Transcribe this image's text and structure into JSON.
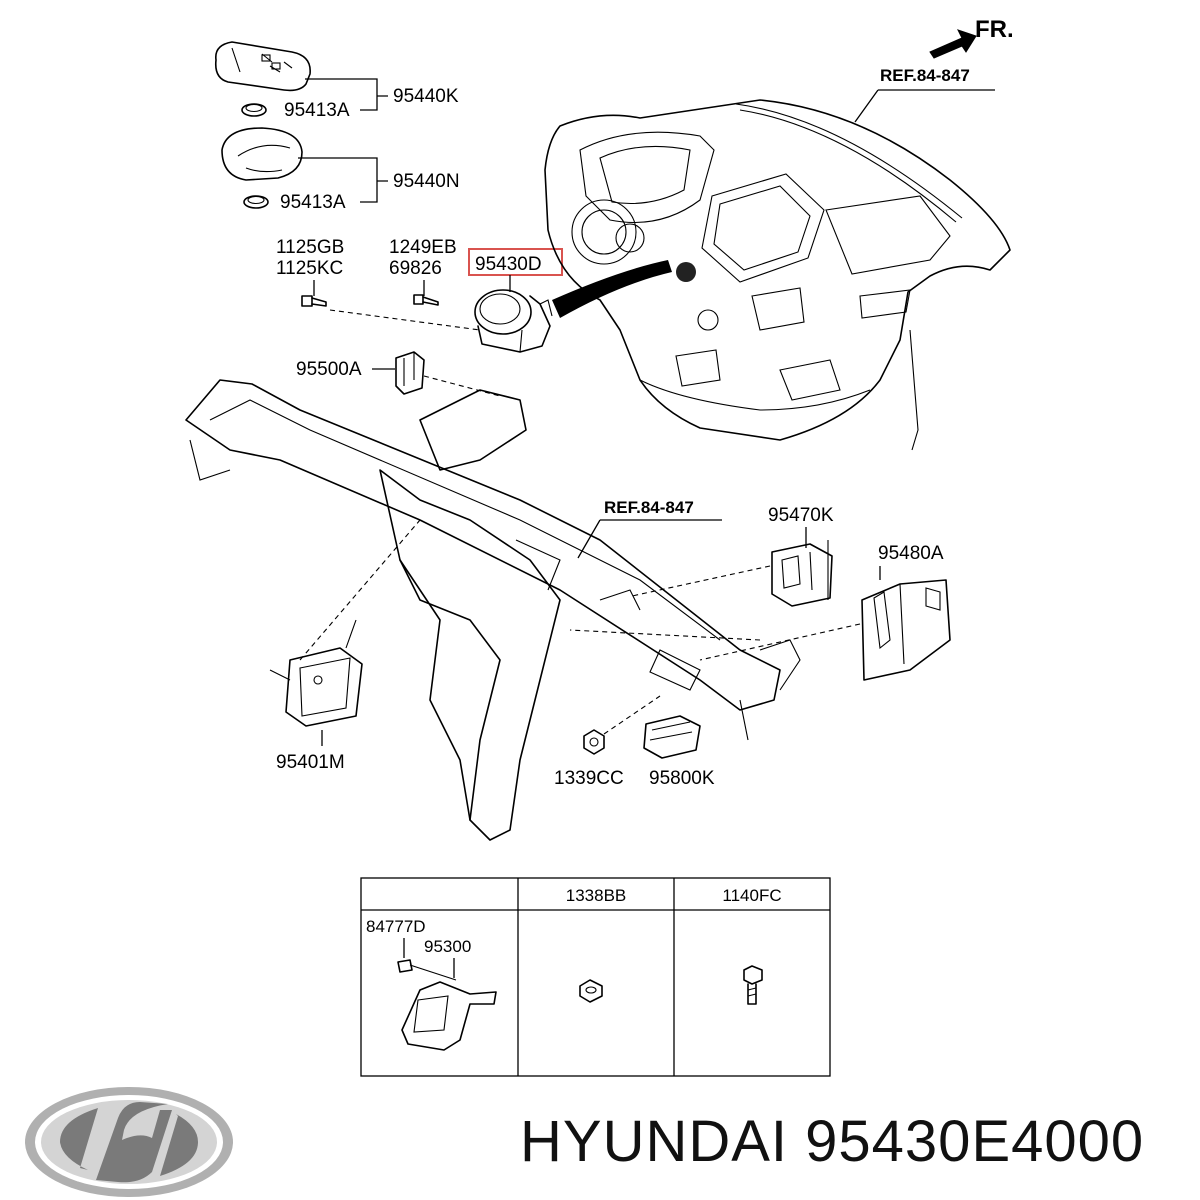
{
  "labels": {
    "fr": "FR.",
    "ref_top": "REF.84-847",
    "ref_mid": "REF.84-847",
    "p95440k": "95440K",
    "p95413a_1": "95413A",
    "p95440n": "95440N",
    "p95413a_2": "95413A",
    "p1125gb": "1125GB",
    "p1125kc": "1125KC",
    "p1249eb": "1249EB",
    "p69826": "69826",
    "p95430d": "95430D",
    "p95500a": "95500A",
    "p95470k": "95470K",
    "p95480a": "95480A",
    "p95401m": "95401M",
    "p1339cc": "1339CC",
    "p95800k": "95800K"
  },
  "table": {
    "headers": [
      "",
      "1338BB",
      "1140FC"
    ],
    "cell_labels": [
      "84777D",
      "95300"
    ]
  },
  "caption": {
    "brand": "HYUNDAI",
    "part_number": "95430E4000"
  },
  "colors": {
    "highlight_box": "#d9534f",
    "line": "#000000",
    "logo_silver": "#a8a8a8"
  }
}
